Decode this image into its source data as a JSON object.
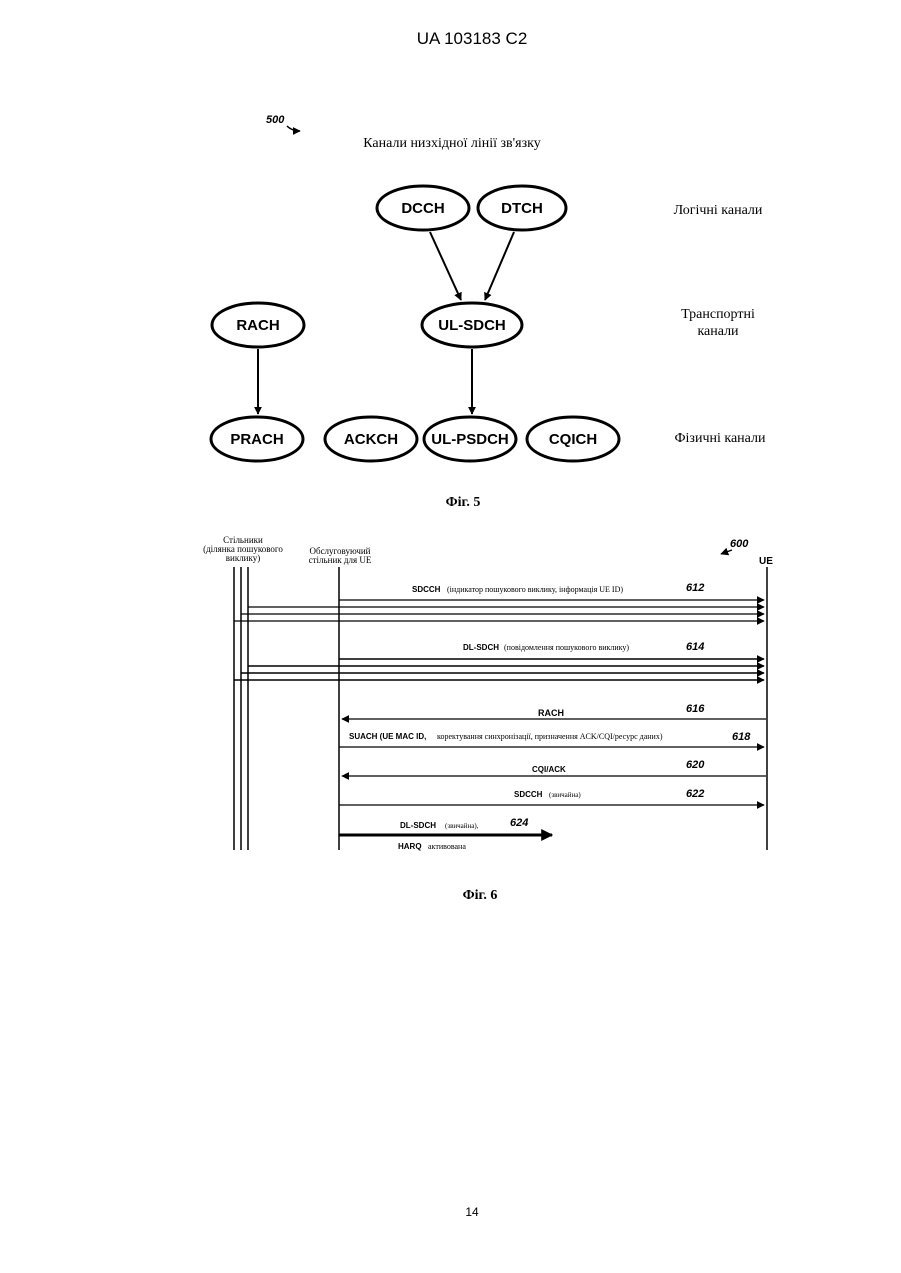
{
  "header": {
    "patent_id": "UA   103183   C2"
  },
  "fig5": {
    "ref_number": "500",
    "title": "Канали низхідної лінії зв'язку",
    "row_labels": {
      "logical": "Логічні канали",
      "transport_line1": "Транспортні",
      "transport_line2": "канали",
      "physical": "Фізичні канали"
    },
    "nodes": {
      "dcch": "DCCH",
      "dtch": "DTCH",
      "rach": "RACH",
      "ul_sdch": "UL-SDCH",
      "prach": "PRACH",
      "ackch": "ACKCH",
      "ul_psdch": "UL-PSDCH",
      "cqich": "CQICH"
    },
    "caption": "Фіг. 5"
  },
  "fig6": {
    "ref_number": "600",
    "cells_label_line1": "Стільники",
    "cells_label_line2": "(ділянка пошукового",
    "cells_label_line3": "виклику)",
    "serving_label_line1": "Обслуговуючий",
    "serving_label_line2": "стільник для UE",
    "ue_label": "UE",
    "messages": {
      "m612": {
        "name": "SDCCH",
        "desc": "(індикатор пошукового виклику, інформація UE ID)",
        "ref": "612"
      },
      "m614": {
        "name": "DL-SDCH",
        "desc": "(повідомлення пошукового виклику)",
        "ref": "614"
      },
      "m616": {
        "name": "RACH",
        "ref": "616"
      },
      "m618": {
        "name": "SUACH (UE MAC ID,",
        "desc": "коректування синхронізації, призначення ACK/CQI/ресурс даних)",
        "ref": "618"
      },
      "m620": {
        "name": "CQI/ACK",
        "ref": "620"
      },
      "m622": {
        "name": "SDCCH",
        "desc": "(звичайна)",
        "ref": "622"
      },
      "m624": {
        "name": "DL-SDCH",
        "desc": "(звичайна),",
        "name2": "HARQ",
        "desc2": "активована",
        "ref": "624"
      }
    },
    "caption": "Фіг. 6"
  },
  "footer": {
    "page_number": "14"
  }
}
